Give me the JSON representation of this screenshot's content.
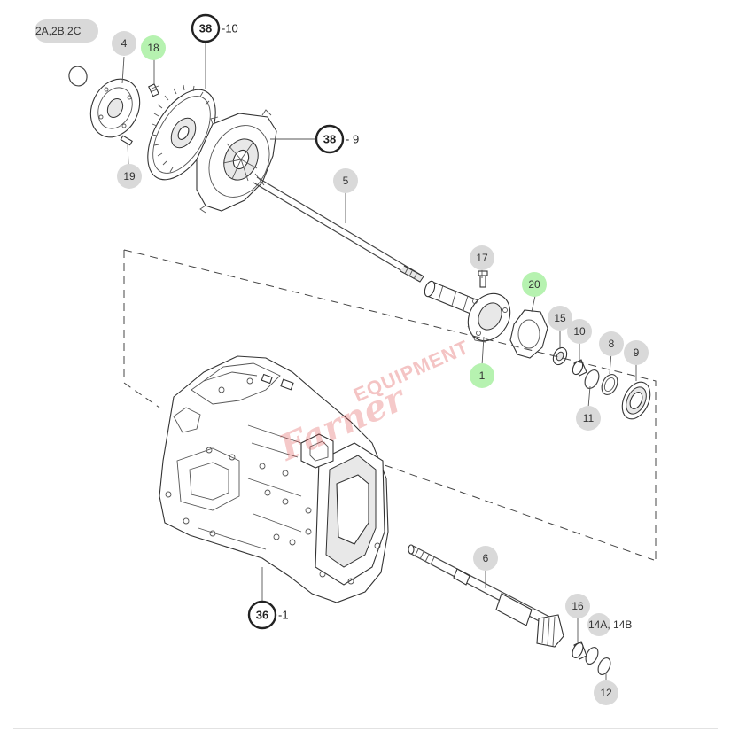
{
  "callouts": [
    {
      "id": "c4",
      "text": "4",
      "style": "gray"
    },
    {
      "id": "c18",
      "text": "18",
      "style": "green"
    },
    {
      "id": "c19",
      "text": "19",
      "style": "gray"
    },
    {
      "id": "c5",
      "text": "5",
      "style": "gray"
    },
    {
      "id": "c17",
      "text": "17",
      "style": "gray"
    },
    {
      "id": "c20",
      "text": "20",
      "style": "green"
    },
    {
      "id": "c1",
      "text": "1",
      "style": "green"
    },
    {
      "id": "c15",
      "text": "15",
      "style": "gray"
    },
    {
      "id": "c10",
      "text": "10",
      "style": "gray"
    },
    {
      "id": "c8",
      "text": "8",
      "style": "gray"
    },
    {
      "id": "c9",
      "text": "9",
      "style": "gray"
    },
    {
      "id": "c11",
      "text": "11",
      "style": "gray"
    },
    {
      "id": "c6",
      "text": "6",
      "style": "gray"
    },
    {
      "id": "c16",
      "text": "16",
      "style": "gray"
    },
    {
      "id": "c12",
      "text": "12",
      "style": "gray"
    }
  ],
  "text_labels": {
    "top_left": "2A,2B,2C",
    "bottom_right": "14A, 14B"
  },
  "ring_refs": [
    {
      "id": "r38a",
      "ring": "38",
      "suffix": "-10"
    },
    {
      "id": "r38b",
      "ring": "38",
      "suffix": "- 9"
    },
    {
      "id": "r36",
      "ring": "36",
      "suffix": "-1"
    }
  ],
  "watermark": {
    "script": "Farner",
    "block": "EQUIPMENT"
  },
  "colors": {
    "callout_gray": "#d9d9d9",
    "callout_green": "#b6f2b0",
    "line": "#444444",
    "watermark": "#dc3c3c"
  }
}
